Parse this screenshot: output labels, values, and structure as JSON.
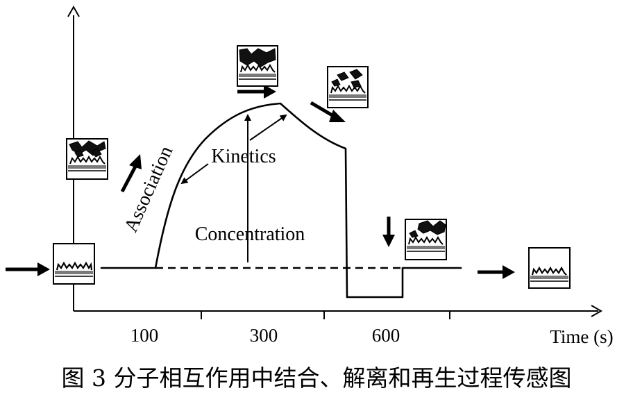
{
  "figure": {
    "caption": "图 3   分子相互作用中结合、解离和再生过程传感图",
    "x_axis_label": "Time (s)",
    "x_tick_labels": [
      "100",
      "300",
      "600"
    ],
    "annotations": {
      "association": "Association",
      "kinetics": "Kinetics",
      "concentration": "Concentration"
    }
  }
}
